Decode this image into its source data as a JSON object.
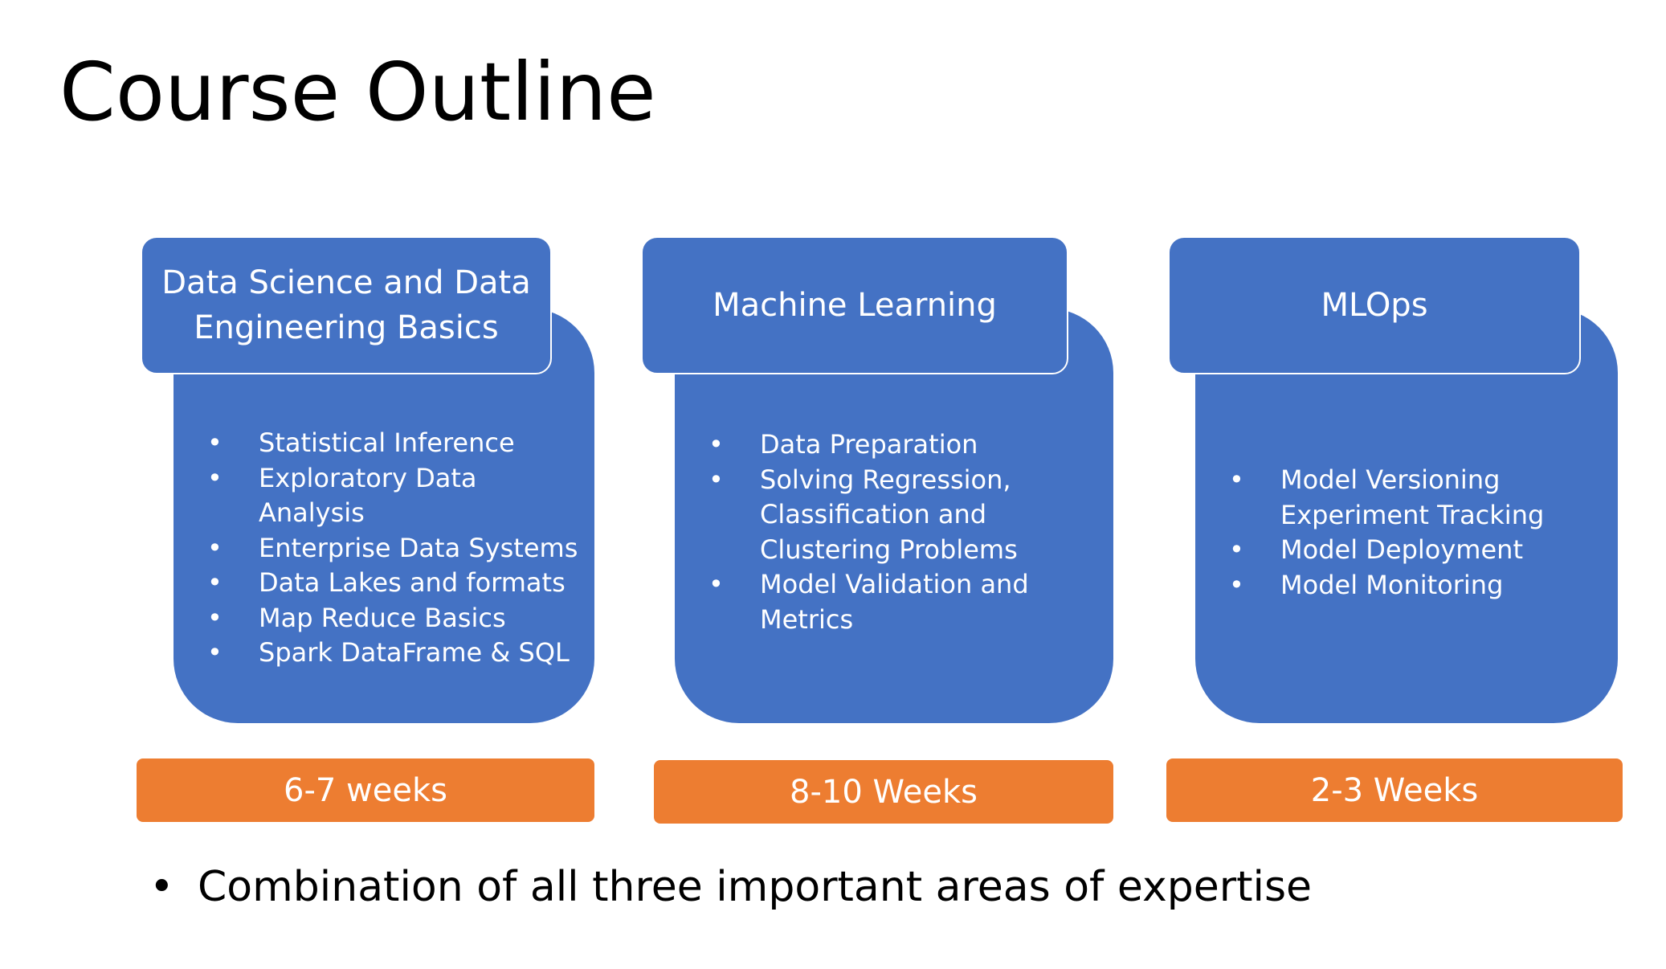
{
  "title": "Course Outline",
  "cards": [
    {
      "heading": "Data Science and Data Engineering Basics",
      "items": [
        "Statistical Inference",
        "Exploratory Data Analysis",
        "Enterprise Data Systems",
        "Data Lakes and formats",
        "Map Reduce Basics",
        "Spark DataFrame & SQL"
      ],
      "duration": "6-7 weeks"
    },
    {
      "heading": "Machine Learning",
      "items": [
        "Data Preparation",
        "Solving Regression, Classification  and Clustering Problems",
        "Model Validation and Metrics"
      ],
      "duration": "8-10 Weeks"
    },
    {
      "heading": "MLOps",
      "items": [
        "Model Versioning Experiment Tracking",
        "Model Deployment",
        "Model Monitoring"
      ],
      "duration": "2-3 Weeks"
    }
  ],
  "summary": "Combination of all three important areas of expertise",
  "colors": {
    "card": "#4472c4",
    "duration": "#ed7d31"
  }
}
